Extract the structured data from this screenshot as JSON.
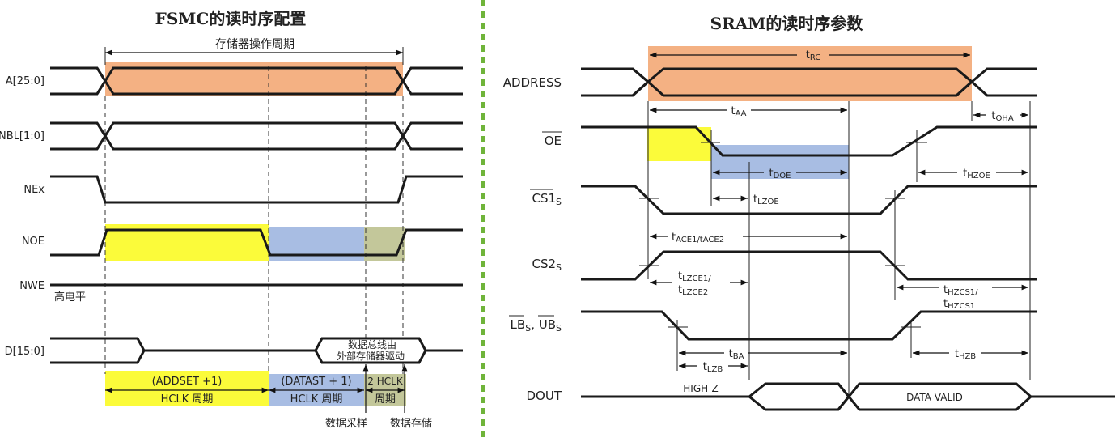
{
  "left": {
    "title": "FSMC的读时序配置",
    "cycle_label": "存储器操作周期",
    "signals": [
      "A[25:0]",
      "NBL[1:0]",
      "NEx",
      "NOE",
      "NWE",
      "D[15:0]"
    ],
    "nwe_note": "高电平",
    "bus_note_1": "数据总线由",
    "bus_note_2": "外部存储器驱动",
    "addset_label": "(ADDSET +1)",
    "addset_unit": "HCLK 周期",
    "datast_label": "(DATAST + 1)",
    "datast_unit": "HCLK 周期",
    "hclk2_label": "2 HCLK",
    "hclk2_unit": "周期",
    "sample_label": "数据采样",
    "store_label": "数据存储"
  },
  "right": {
    "title": "SRAM的读时序参数",
    "signals": {
      "address": "ADDRESS",
      "oe": "OE",
      "cs1": "CS1",
      "cs1_sub": "S",
      "cs2": "CS2",
      "cs2_sub": "S",
      "lb": "LB",
      "lb_sub": "S",
      "sep": ", ",
      "ub": "UB",
      "ub_sub": "S",
      "dout": "DOUT"
    },
    "params": {
      "trc_t": "t",
      "trc_s": "RC",
      "taa_t": "t",
      "taa_s": "AA",
      "toha_t": "t",
      "toha_s": "OHA",
      "tdoe_t": "t",
      "tdoe_s": "DOE",
      "thzoe_t": "t",
      "thzoe_s": "HZOE",
      "tlzoe_t": "t",
      "tlzoe_s": "LZOE",
      "tace_t": "t",
      "tace_s": "ACE1/tACE2",
      "tlzce_t": "t",
      "tlzce_s": "LZCE1/",
      "tlzce2_t": "t",
      "tlzce2_s": "LZCE2",
      "thzcs_t": "t",
      "thzcs_s": "HZCS1/",
      "thzcs2_t": "t",
      "thzcs2_s": "HZCS1",
      "tba_t": "t",
      "tba_s": "BA",
      "tlzb_t": "t",
      "tlzb_s": "LZB",
      "thzb_t": "t",
      "thzb_s": "HZB"
    },
    "high_z": "HIGH-Z",
    "data_valid": "DATA VALID"
  },
  "colors": {
    "orange": "#f4b183",
    "yellow": "#fbfb3a",
    "blue": "#a8bde3",
    "olive": "#c3c79a",
    "divider": "#6fb43a"
  }
}
